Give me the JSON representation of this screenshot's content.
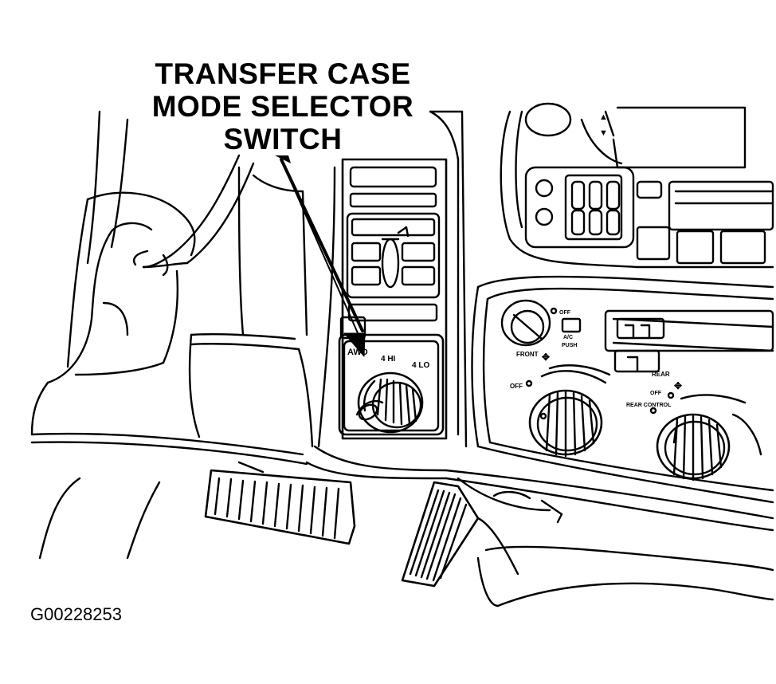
{
  "callout": {
    "line1": "TRANSFER CASE",
    "line2": "MODE SELECTOR",
    "line3": "SWITCH"
  },
  "switch_labels": {
    "awd": "AWD",
    "four_hi": "4 HI",
    "four_lo": "4 LO"
  },
  "climate_labels": {
    "front": "FRONT",
    "off_left": "OFF",
    "rear": "REAR",
    "off_right": "OFF",
    "rear_control": "REAR CONTROL",
    "ac": "A/C",
    "push": "PUSH",
    "off_top": "OFF"
  },
  "figure_id": "G00228253",
  "colors": {
    "ink": "#000000",
    "paper": "#ffffff"
  }
}
